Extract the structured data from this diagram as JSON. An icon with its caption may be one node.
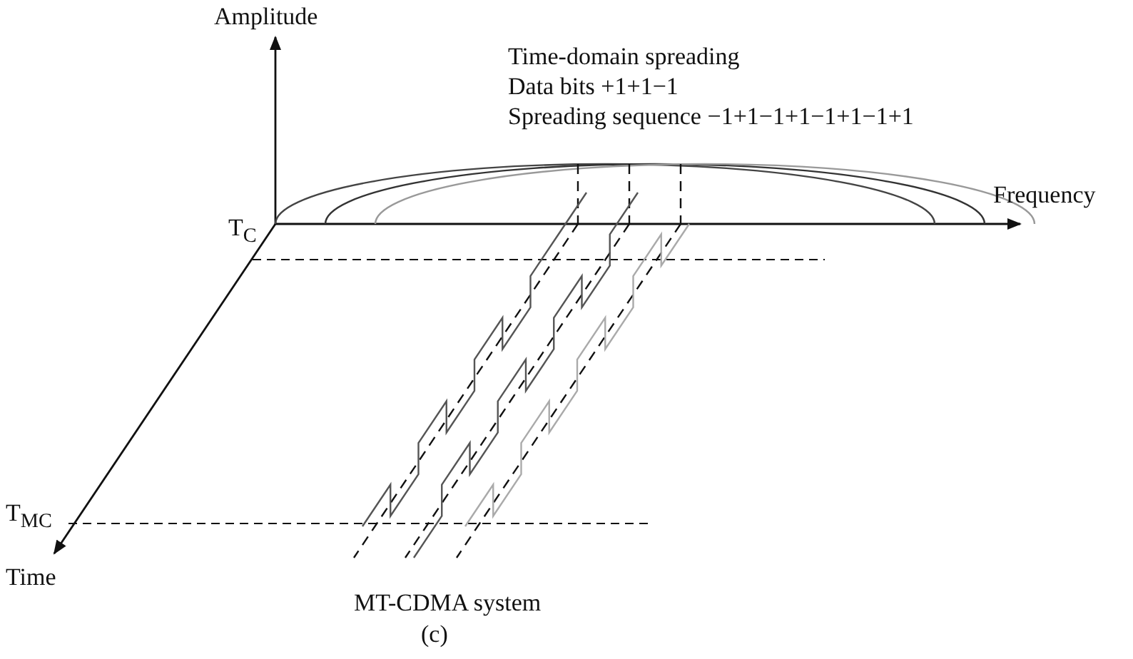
{
  "diagram": {
    "labels": [
      "Amplitude",
      "Time-domain spreading",
      "Data bits +1+1−1",
      "Spreading sequence −1+1−1+1−1+1−1+1",
      "Frequency",
      "T$_{C}$",
      "T$_{MC}$",
      "Time",
      "MT-CDMA system",
      "(c)"
    ]
  }
}
